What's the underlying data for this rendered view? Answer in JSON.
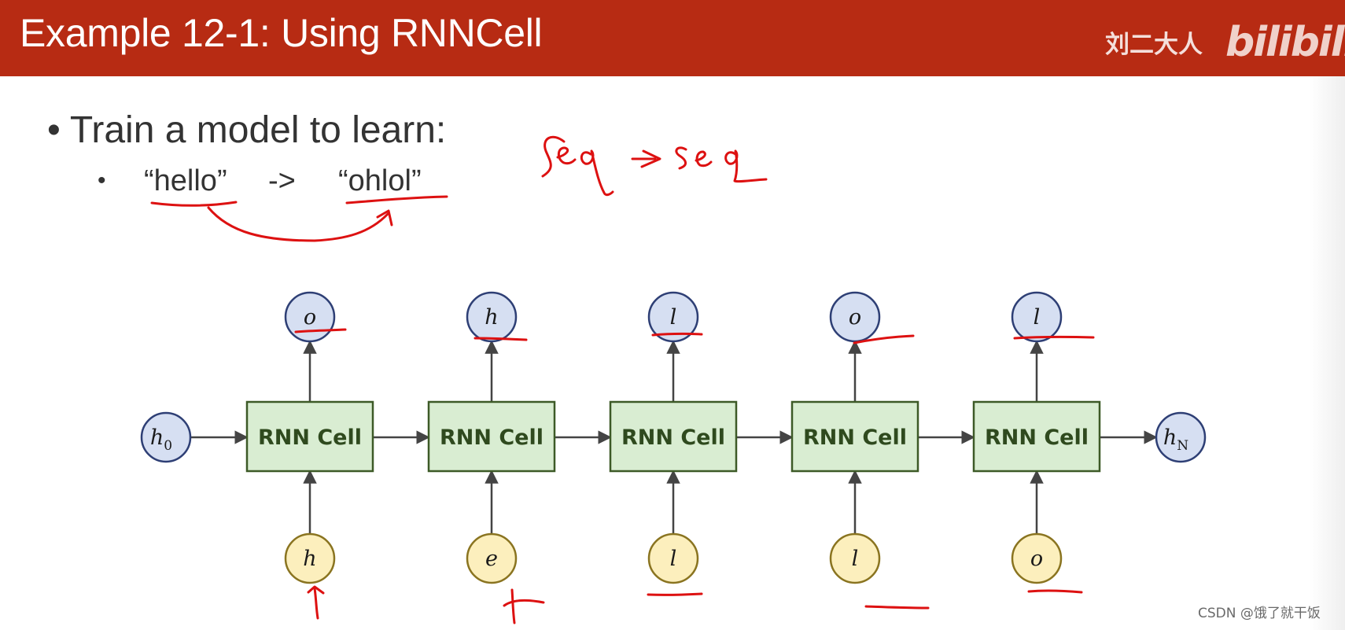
{
  "header": {
    "title": "Example 12-1: Using RNNCell",
    "author": "刘二大人",
    "brand": "bilibili"
  },
  "content": {
    "bullet": "Train a model to learn:",
    "sub_bullet_mark": "•",
    "input_word": "“hello”",
    "arrow": "->",
    "output_word": "“ohlol”"
  },
  "diagram": {
    "cell_label": "RNN Cell",
    "hidden_initial": {
      "base": "h",
      "sub": "0"
    },
    "hidden_final": {
      "base": "h",
      "sub": "N"
    },
    "inputs": [
      "h",
      "e",
      "l",
      "l",
      "o"
    ],
    "outputs": [
      "o",
      "h",
      "l",
      "o",
      "l"
    ],
    "colors": {
      "cell_fill": "#d9edd2",
      "cell_stroke": "#3d5a27",
      "output_fill": "#d6dff2",
      "output_stroke": "#2e3f75",
      "input_fill": "#fcefbd",
      "input_stroke": "#8a7420",
      "hidden_fill": "#d6dff2",
      "ink": "#dd1111"
    }
  },
  "annotations": {
    "handwriting": "Seq -> seq"
  },
  "footer": {
    "watermark": "CSDN @饿了就干饭"
  }
}
